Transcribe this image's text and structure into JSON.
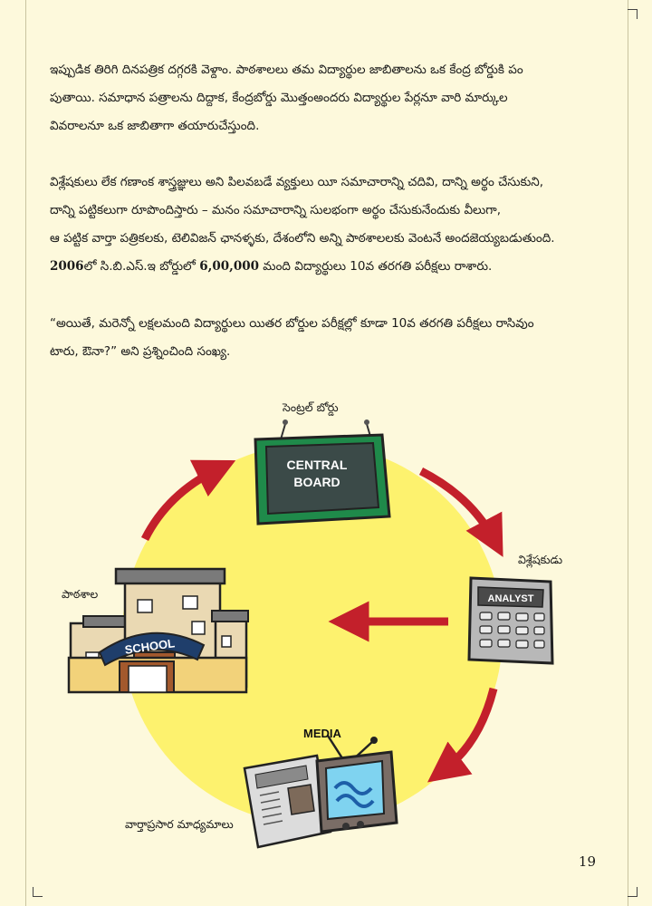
{
  "paragraphs": {
    "p1": {
      "line1": "ఇప్పుడిక తిరిగి దినపత్రిక దగ్గరకి వెళ్దాం.  పాఠశాలలు తమ విద్యార్థుల జాబితాలను ఒక కేంద్ర బోర్డుకి పం",
      "line2": "పుతాయి.  సమాధాన పత్రాలను దిద్దాక, కేంద్రబోర్డు మొత్తంఅందరు విద్యార్థుల పేర్లనూ వారి మార్కుల",
      "line3": "వివరాలనూ ఒక జాబితాగా తయారుచేస్తుంది."
    },
    "p2": {
      "line1": "విశ్లేషకులు లేక గణాంక శాస్త్రజ్ఞులు అని పిలవబడే వ్యక్తులు యీ సమాచారాన్ని చదివి, దాన్ని అర్థం చేసుకుని,",
      "line2": "దాన్ని పట్టికలుగా రూపొందిస్తారు – మనం సమాచారాన్ని సులభంగా అర్థం చేసుకునేందుకు వీలుగా,",
      "line3": "ఆ పట్టిక వార్తా పత్రికలకు, టెలివిజన్ ఛానళ్ళకు, దేశంలోని అన్ని పాఠశాలలకు వెంటనే అందజెయ్యబడుతుంది.",
      "line4_num_a": "2006",
      "line4_mid": "లో సి.బి.ఎస్.ఇ బోర్డులో ",
      "line4_num_b": "6,00,000",
      "line4_end": " మంది విద్యార్థులు 10వ తరగతి పరీక్షలు రాశారు."
    },
    "p3": {
      "line1": "“అయితే, మరెన్నో లక్షలమంది విద్యార్థులు యితర బోర్డుల పరీక్షల్లో కూడా 10వ తరగతి పరీక్షలు రాసివుం",
      "line2": "టారు, ఔనా?” అని ప్రశ్నించింది సంఖ్య."
    }
  },
  "diagram": {
    "central_board": {
      "caption": "సెంట్రల్ బోర్డు",
      "sign_line1": "CENTRAL",
      "sign_line2": "BOARD"
    },
    "analyst": {
      "caption": "విశ్లేషకుడు",
      "screen_text": "ANALYST"
    },
    "school": {
      "caption": "పాఠశాల",
      "sign_text": "SCHOOL"
    },
    "media": {
      "caption": "వార్తాప్రసార మాధ్యమాలు",
      "label": "MEDIA"
    }
  },
  "page_number": "19",
  "colors": {
    "page_bg": "#fdf9dc",
    "circle": "#fdf26e",
    "arrow": "#c3202b",
    "board": "#1f8a4a"
  }
}
